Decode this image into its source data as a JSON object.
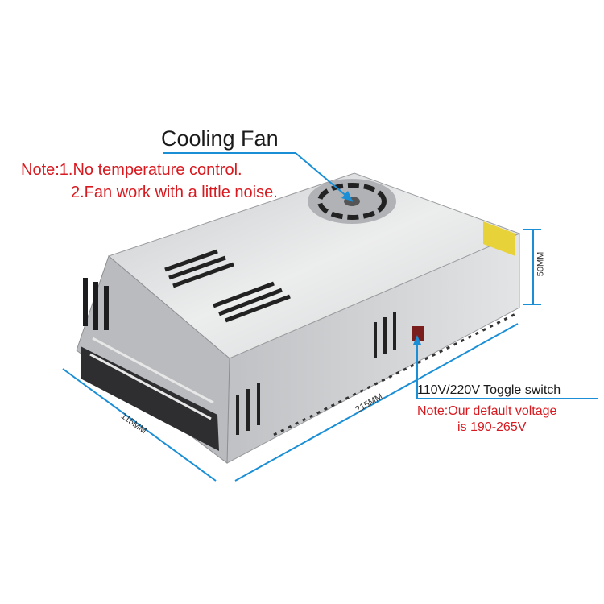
{
  "annotations": {
    "cooling_fan": "Cooling Fan",
    "note_line1": "Note:1.No temperature control.",
    "note_line2": "2.Fan work with a little noise.",
    "toggle_switch": "110V/220V Toggle switch",
    "voltage_note_line1": "Note:Our default voltage",
    "voltage_note_line2": "is 190-265V"
  },
  "dimensions": {
    "length": "215MM",
    "width": "115MM",
    "height": "50MM"
  },
  "colors": {
    "annotation_line": "#1a8fd6",
    "note_text": "#d8191f",
    "label_text": "#1a1a1a",
    "case": "#d9dadc"
  }
}
